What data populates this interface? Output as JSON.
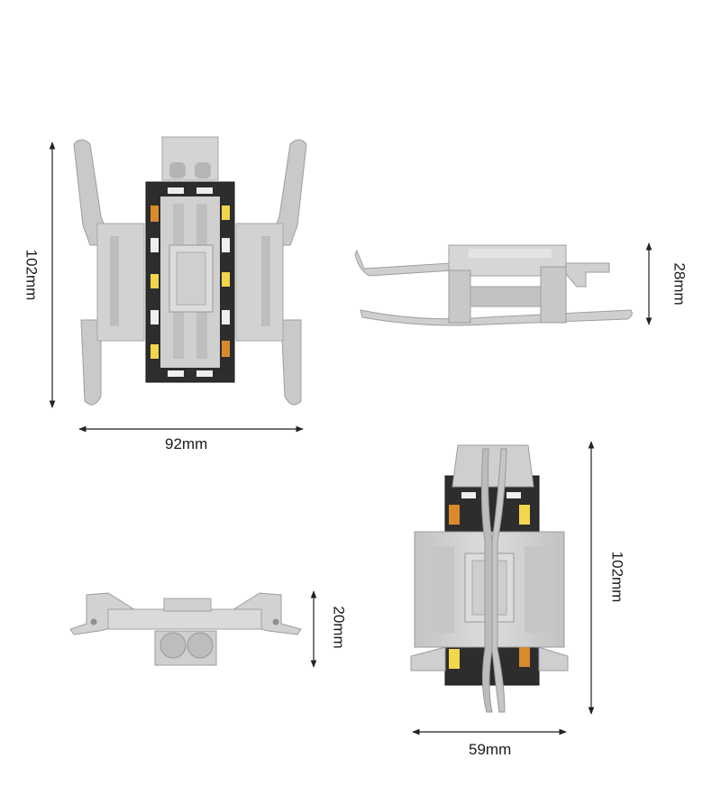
{
  "dimensions": {
    "top_left_height": "102mm",
    "top_left_width": "92mm",
    "side_view_height": "28mm",
    "front_view_height": "20mm",
    "folded_height": "102mm",
    "folded_width": "59mm"
  },
  "colors": {
    "body": "#cfcfcf",
    "body_light": "#dedede",
    "body_dark": "#a9a9a9",
    "pcb": "#2b2b2b",
    "led_white": "#eeeeee",
    "led_amber": "#d98a2b",
    "led_yellow": "#f2d64b",
    "arrow": "#222222"
  }
}
